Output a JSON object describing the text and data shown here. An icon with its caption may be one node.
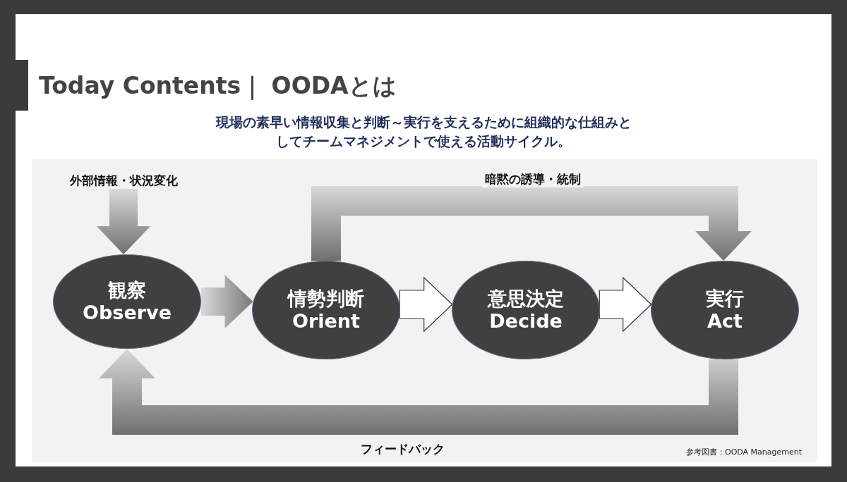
{
  "diagram": {
    "title": "Today Contents｜ OODAとは",
    "caption": "現場の素早い情報収集と判断～実行を支えるために組織的な仕組みとしてチームマネジメントで使える活動サイクル。",
    "nodes": [
      {
        "text": [
          "観察",
          "Observe"
        ]
      },
      {
        "text": [
          "情勢判断",
          "Orient"
        ]
      },
      {
        "text": [
          "意思決定",
          "Decide"
        ]
      },
      {
        "text": [
          "実行",
          "Act"
        ]
      },
      {
        "text": [
          "外部情報・状況変化"
        ]
      }
    ],
    "edges": [
      {
        "from": 4,
        "to": 0,
        "arrow": "to"
      },
      {
        "from": 0,
        "to": 1,
        "arrow": "to"
      },
      {
        "from": 1,
        "to": 2,
        "arrow": "to",
        "color": "#ffffff"
      },
      {
        "from": 2,
        "to": 3,
        "arrow": "to",
        "color": "#ffffff"
      },
      {
        "from": 1,
        "to": 3,
        "arrow": "to",
        "label": "暗黙の誘導・統制"
      },
      {
        "from": 3,
        "to": 0,
        "arrow": "to",
        "label": "フィードバック"
      }
    ],
    "labels": [
      "参考図書：OODA Management"
    ]
  }
}
